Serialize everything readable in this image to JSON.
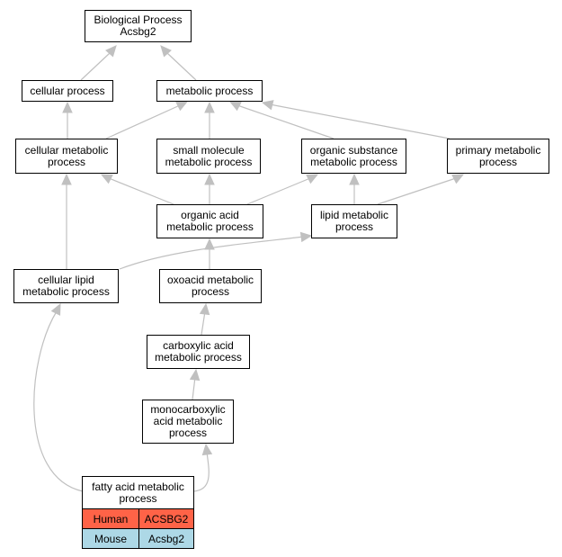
{
  "nodes": {
    "bp": "Biological Process\nAcsbg2",
    "cellular_process": "cellular process",
    "metabolic_process": "metabolic process",
    "cellular_metabolic": "cellular metabolic\nprocess",
    "small_molecule": "small molecule\nmetabolic process",
    "organic_substance": "organic substance\nmetabolic process",
    "primary_metabolic": "primary metabolic\nprocess",
    "organic_acid": "organic acid\nmetabolic process",
    "lipid_metabolic": "lipid metabolic\nprocess",
    "cellular_lipid": "cellular lipid\nmetabolic process",
    "oxoacid": "oxoacid metabolic\nprocess",
    "carboxylic": "carboxylic acid\nmetabolic process",
    "monocarboxylic": "monocarboxylic\nacid metabolic\nprocess"
  },
  "leaf": {
    "title": "fatty acid metabolic\nprocess",
    "rows": [
      {
        "species": "Human",
        "gene": "ACSBG2",
        "color": "#ff6347"
      },
      {
        "species": "Mouse",
        "gene": "Acsbg2",
        "color": "#add8e6"
      }
    ]
  },
  "edge_color": "#c0c0c0"
}
